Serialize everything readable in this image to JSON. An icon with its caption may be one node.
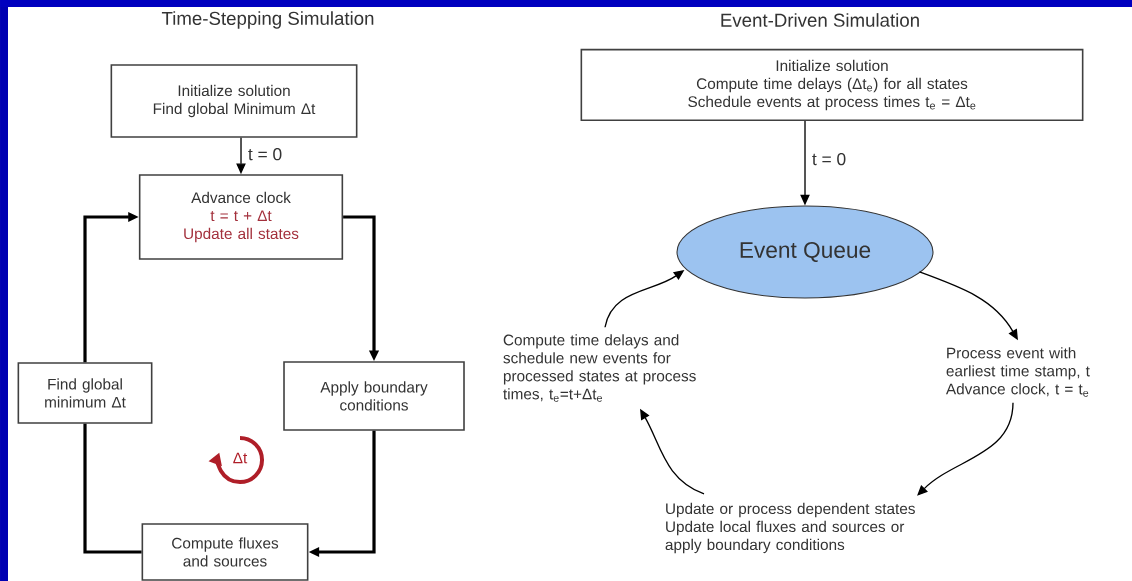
{
  "diagram": {
    "nodes": [
      {
        "text": [
          "Initialize solution",
          "Find global Minimum Δt"
        ]
      },
      {
        "text": [
          "Advance clock",
          "t = t + Δt",
          "Update all states"
        ]
      },
      {
        "text": [
          "Apply boundary conditions"
        ]
      },
      {
        "text": [
          "Compute fluxes and sources"
        ]
      },
      {
        "text": [
          "Find global minimum Δt"
        ]
      },
      {
        "text": [
          "Initialize solution",
          "Compute time delays (Δt$_{e}$) for all states",
          "Schedule events at process times t$_{e}$ = Δt$_{e}$"
        ]
      },
      {
        "text": [
          "Event Queue"
        ]
      },
      {
        "text": [
          "Process event with earliest time stamp, t",
          "Advance clock, t = t$_{e}$"
        ]
      },
      {
        "text": [
          "Update or process dependent states Update local fluxes and sources or apply boundary conditions"
        ]
      },
      {
        "text": [
          "Compute time delays and schedule new events for processed states at process times, t$_{e}$=t+Δt$_{e}$"
        ]
      }
    ],
    "edges": [
      {
        "from": 0,
        "to": 1,
        "arrow": "to",
        "label": "t = 0"
      },
      {
        "from": 1,
        "to": 2,
        "arrow": "to",
        "style": "thick"
      },
      {
        "from": 2,
        "to": 3,
        "arrow": "to",
        "style": "thick"
      },
      {
        "from": 3,
        "to": 4,
        "arrow": "none",
        "style": "thick"
      },
      {
        "from": 4,
        "to": 1,
        "arrow": "to",
        "style": "thick"
      },
      {
        "from": 5,
        "to": 6,
        "arrow": "to",
        "label": "t = 0"
      },
      {
        "from": 6,
        "to": 7,
        "arrow": "to"
      },
      {
        "from": 7,
        "to": 8,
        "arrow": "to"
      },
      {
        "from": 8,
        "to": 9,
        "arrow": "to"
      },
      {
        "from": 9,
        "to": 6,
        "arrow": "to"
      }
    ],
    "labels": [
      "Time-Stepping Simulation",
      "Event-Driven Simulation",
      "Δt"
    ]
  }
}
